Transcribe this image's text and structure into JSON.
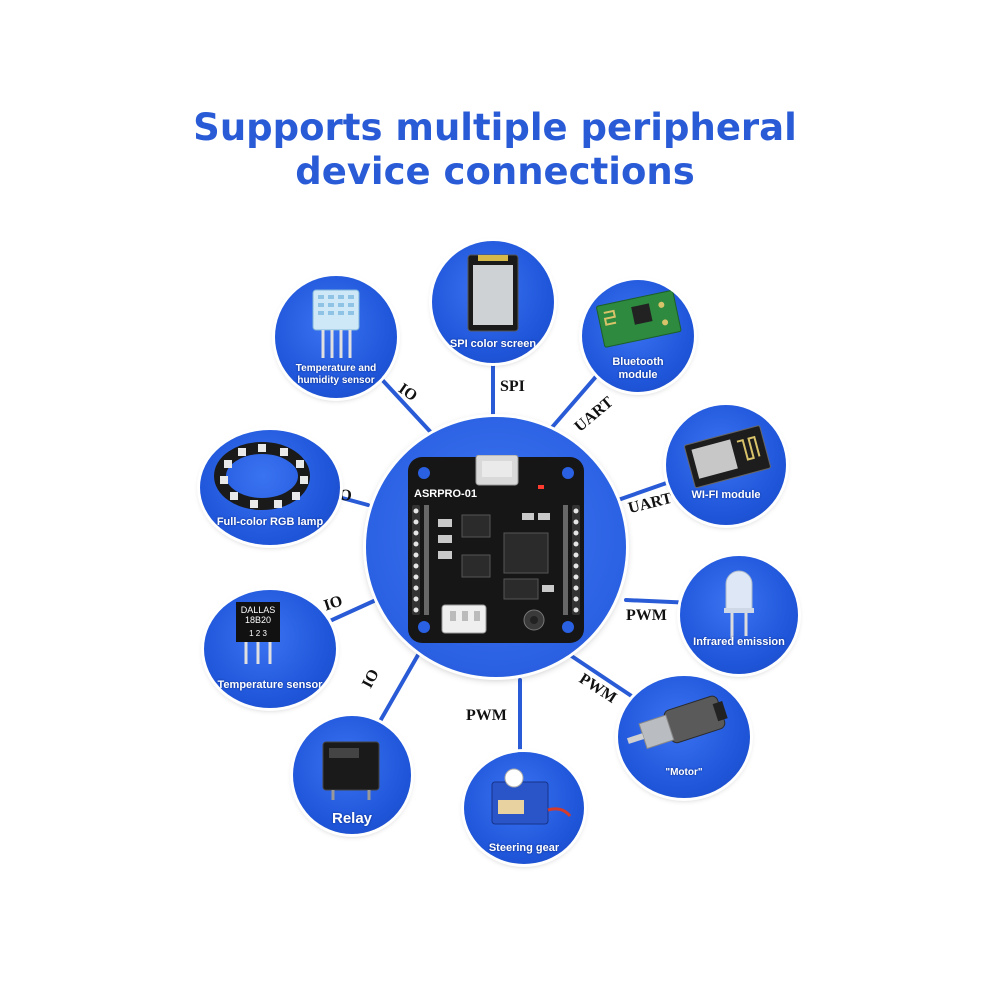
{
  "title": {
    "line1": "Supports multiple peripheral",
    "line2": "device connections"
  },
  "hub": {
    "board_label": "ASRPRO-01"
  },
  "colors": {
    "title": "#2a5bd7",
    "node_fill": "#1f55d9",
    "wire": "#2a5bd7",
    "board": "#161616"
  },
  "peripherals": [
    {
      "id": "temp-humidity",
      "label_lines": [
        "Temperature and",
        "humidity sensor"
      ],
      "connection": "IO",
      "icon": "dht-sensor-icon"
    },
    {
      "id": "spi-screen",
      "label_lines": [
        "SPI color screen"
      ],
      "connection": "SPI",
      "icon": "lcd-screen-icon"
    },
    {
      "id": "bluetooth",
      "label_lines": [
        "Bluetooth",
        "module"
      ],
      "connection": "UART",
      "icon": "bluetooth-module-icon"
    },
    {
      "id": "wifi",
      "label_lines": [
        "WI-FI module"
      ],
      "connection": "UART",
      "icon": "wifi-module-icon"
    },
    {
      "id": "rgb-lamp",
      "label_lines": [
        "Full-color RGB lamp"
      ],
      "connection": "IO",
      "icon": "led-ring-icon"
    },
    {
      "id": "infrared",
      "label_lines": [
        "Infrared emission"
      ],
      "connection": "PWM",
      "icon": "ir-led-icon"
    },
    {
      "id": "temp-sensor",
      "label_lines": [
        "Temperature sensor"
      ],
      "connection": "IO",
      "icon": "ds18b20-icon",
      "chip_text": [
        "DALLAS",
        "18B20",
        "1  2  3"
      ]
    },
    {
      "id": "motor",
      "label_lines": [
        "\"Motor\""
      ],
      "connection": "PWM",
      "icon": "motor-icon"
    },
    {
      "id": "relay",
      "label_lines": [
        "Relay"
      ],
      "connection": "IO",
      "icon": "relay-icon"
    },
    {
      "id": "servo",
      "label_lines": [
        "Steering gear"
      ],
      "connection": "PWM",
      "icon": "servo-icon"
    }
  ]
}
